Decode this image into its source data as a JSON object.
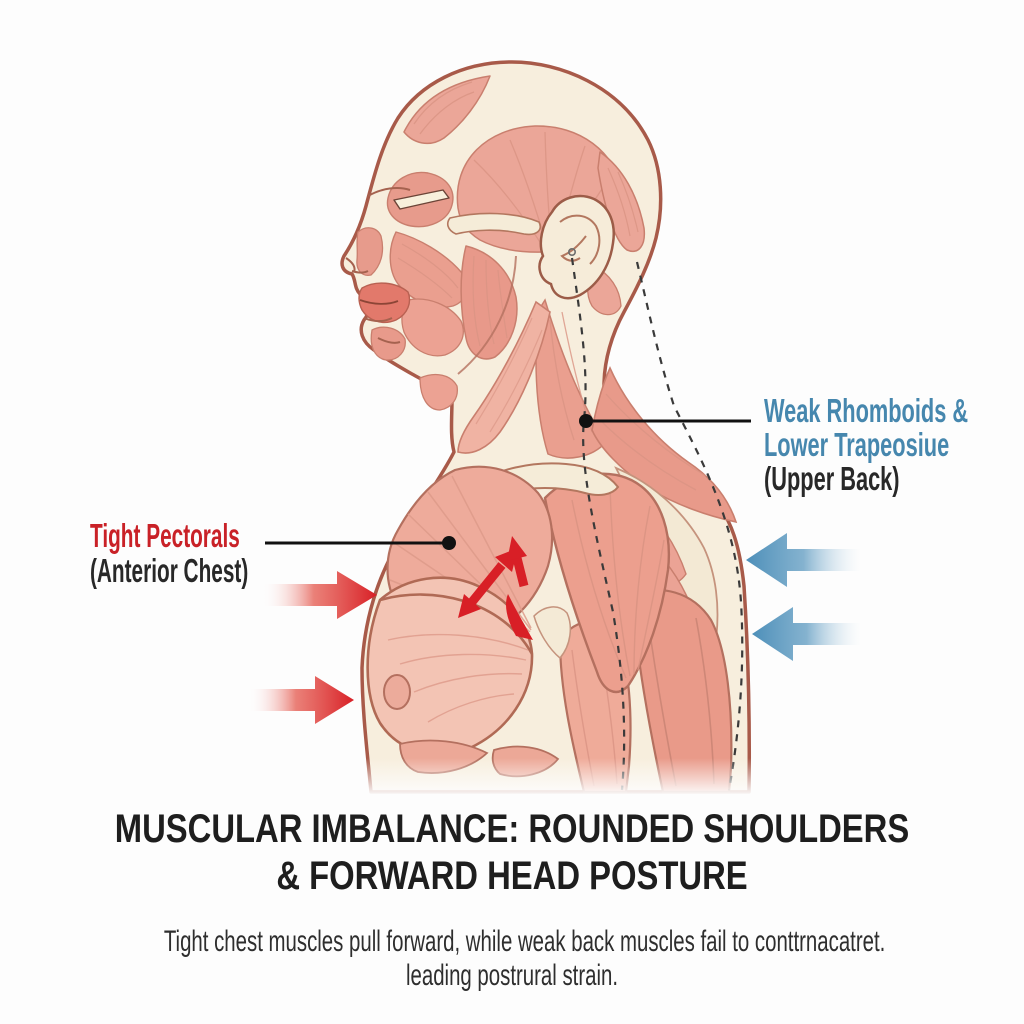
{
  "meta": {
    "background_color": "#fdfdfd",
    "kind": "anatomy education poster"
  },
  "title": {
    "line1": "MUSCULAR IMBALANCE: ROUNDED SHOULDERS",
    "line2": "& FORWARD HEAD POSTURE",
    "color": "#1e1e1e"
  },
  "subtitle": {
    "line1": "Tight chest muscles pull forward, while weak back muscles fail to conttrnacatret.",
    "line2": "leading postrural strain.",
    "color": "#2e2e2e"
  },
  "annotations": {
    "left_label": {
      "line1": "Tight Pectorals",
      "line2": "(Anterior Chest)",
      "accent_color": "#c92127",
      "text_color": "#282828",
      "points_to": "pectoral muscle on anterior chest"
    },
    "right_label": {
      "line1": "Weak Rhomboids &",
      "line2": "Lower Trapeosiue",
      "line3": "(Upper Back)",
      "accent_color": "#4687ae",
      "text_color": "#282828",
      "points_to": "upper back at base of neck"
    }
  },
  "arrows": {
    "red_pull_forward": {
      "color": "#d81f26",
      "count": 2,
      "direction": "right",
      "style": "fades in from white tail to solid red head"
    },
    "blue_weak_back": {
      "color": "#4d8fb9",
      "count": 2,
      "direction": "left",
      "style": "solid blue head fading to white tail"
    },
    "shoulder_joint_stress": {
      "color": "#d81f26",
      "count": 2,
      "direction": "diagonal double-headed at shoulder joint"
    }
  },
  "figure": {
    "description": "Side-profile anatomical illustration of head, neck and torso musculature showing forward head posture and rounded shoulder",
    "skin_color": "#f7eedd",
    "muscle_color": "#eba698",
    "muscle_light_color": "#f3c4b4",
    "outline_color": "#a85a49",
    "posture_guides": "two dashed plumb lines along the back of the neck and through the shoulder/arm"
  }
}
